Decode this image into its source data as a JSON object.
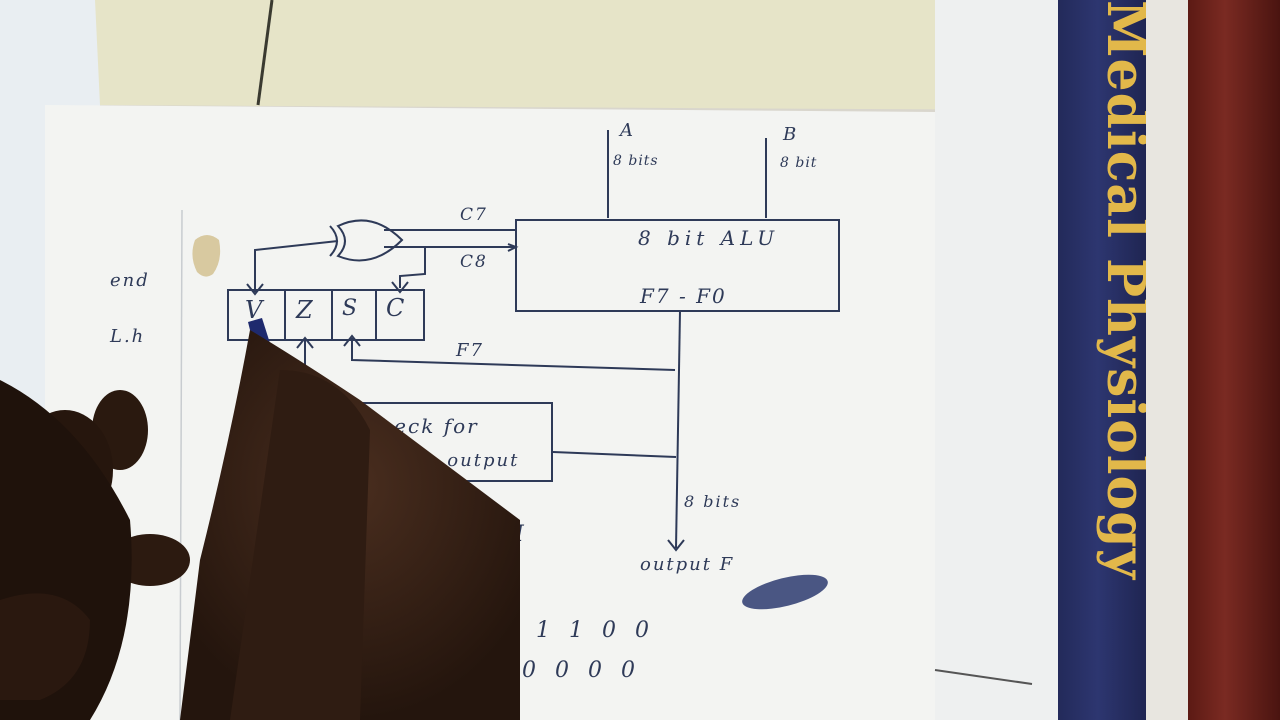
{
  "diagram": {
    "inputs": {
      "a_label": "A",
      "a_width": "8 bits",
      "b_label": "B",
      "b_width": "8 bit"
    },
    "alu": {
      "label": "8 bit ALU",
      "output_range": "F7 - F0"
    },
    "carry": {
      "c7": "C7",
      "c8": "C8"
    },
    "flags": [
      "V",
      "Z",
      "S",
      "C"
    ],
    "sign_line": "F7",
    "zero_check": {
      "line1": "Check for",
      "line2": "zero output"
    },
    "output": {
      "width": "8 bits",
      "label": "output F"
    },
    "margin_notes": {
      "note1": "end",
      "note2": "L.h"
    },
    "bottom_bits": {
      "row1": "1 1 0 0",
      "row2": "0 0 0 0"
    },
    "partial_text": "b I"
  },
  "book": {
    "spine_title": "Medical Physiology"
  },
  "colors": {
    "ink": "#2e3a58",
    "paper": "#f3f4f2",
    "skin": "#3a2418",
    "book_blue": "#2d3670",
    "book_gold": "#e2b84a"
  }
}
